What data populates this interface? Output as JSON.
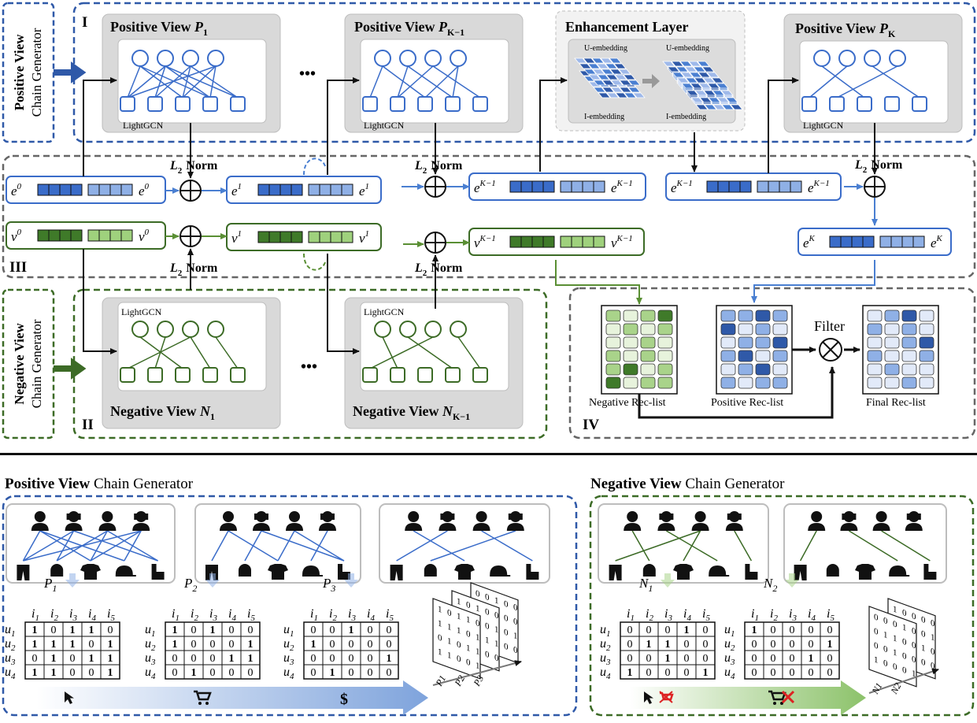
{
  "top": {
    "positive_label": [
      "Positive View",
      "Chain Generator"
    ],
    "negative_label": [
      "Negative View",
      "Chain Generator"
    ],
    "roman": {
      "I": "I",
      "II": "II",
      "III": "III",
      "IV": "IV"
    },
    "pos_views": [
      {
        "title": "Positive View ",
        "sym": "P",
        "sub": "1"
      },
      {
        "title": "Positive View ",
        "sym": "P",
        "sub": "K−1"
      },
      {
        "title": "Positive View ",
        "sym": "P",
        "sub": "K"
      }
    ],
    "neg_views": [
      {
        "title": "Negative View ",
        "sym": "N",
        "sub": "1"
      },
      {
        "title": "Negative View ",
        "sym": "N",
        "sub": "K−1"
      }
    ],
    "lightgcn": "LightGCN",
    "ellipsis": "•••",
    "enhancement": {
      "title": "Enhancement Layer",
      "u_emb": "U-embedding",
      "i_emb": "I-embedding"
    },
    "norm": {
      "l": "L",
      "sub": "2",
      "word": "Norm"
    },
    "embeddings": {
      "pos0": {
        "u": "e",
        "u_sup": "0",
        "i": "e",
        "i_sup": "0"
      },
      "pos1": {
        "u": "e",
        "u_sup": "1",
        "i": "e",
        "i_sup": "1"
      },
      "posK1": {
        "u": "e",
        "u_sup": "K−1",
        "i": "e",
        "i_sup": "K−1"
      },
      "posK1b": {
        "u": "e",
        "u_sup": "K−1",
        "i": "e",
        "i_sup": "K−1"
      },
      "posK": {
        "u": "e",
        "u_sup": "K",
        "i": "e",
        "i_sup": "K"
      },
      "neg0": {
        "u": "v",
        "u_sup": "0",
        "i": "v",
        "i_sup": "0"
      },
      "neg1": {
        "u": "v",
        "u_sup": "1",
        "i": "v",
        "i_sup": "1"
      },
      "negK1": {
        "u": "v",
        "u_sup": "K−1",
        "i": "v",
        "i_sup": "K−1"
      }
    },
    "rec": {
      "negative": "Negative Rec-list",
      "positive": "Positive Rec-list",
      "final": "Final Rec-list",
      "filter": "Filter"
    }
  },
  "bottom": {
    "pos_title_bold": "Positive View",
    "pos_title_rest": " Chain Generator",
    "neg_title_bold": "Negative View",
    "neg_title_rest": " Chain Generator",
    "col_labels": [
      "i1",
      "i2",
      "i3",
      "i4",
      "i5"
    ],
    "row_labels": [
      "u1",
      "u2",
      "u3",
      "u4"
    ],
    "pos_matrices": [
      {
        "label": "P",
        "sub": "1",
        "rows": [
          [
            1,
            0,
            1,
            1,
            0
          ],
          [
            1,
            1,
            1,
            0,
            1
          ],
          [
            0,
            1,
            0,
            1,
            1
          ],
          [
            1,
            1,
            0,
            0,
            1
          ]
        ]
      },
      {
        "label": "P",
        "sub": "2",
        "rows": [
          [
            1,
            0,
            1,
            0,
            0
          ],
          [
            1,
            0,
            0,
            0,
            1
          ],
          [
            0,
            0,
            0,
            1,
            1
          ],
          [
            0,
            1,
            0,
            0,
            0
          ]
        ]
      },
      {
        "label": "P",
        "sub": "3",
        "rows": [
          [
            0,
            0,
            1,
            0,
            0
          ],
          [
            1,
            0,
            0,
            0,
            0
          ],
          [
            0,
            0,
            0,
            0,
            1
          ],
          [
            0,
            1,
            0,
            0,
            0
          ]
        ]
      }
    ],
    "neg_matrices": [
      {
        "label": "N",
        "sub": "1",
        "rows": [
          [
            0,
            0,
            0,
            1,
            0
          ],
          [
            0,
            1,
            1,
            0,
            0
          ],
          [
            0,
            0,
            1,
            0,
            0
          ],
          [
            1,
            0,
            0,
            0,
            1
          ]
        ]
      },
      {
        "label": "N",
        "sub": "2",
        "rows": [
          [
            1,
            0,
            0,
            0,
            0
          ],
          [
            0,
            0,
            0,
            0,
            1
          ],
          [
            0,
            0,
            0,
            1,
            0
          ],
          [
            0,
            0,
            0,
            0,
            0
          ]
        ]
      }
    ],
    "stack_axis_pos": [
      "P1",
      "P2",
      "P3"
    ],
    "stack_axis_neg": [
      "N1",
      "N2"
    ],
    "dollar": "$"
  }
}
